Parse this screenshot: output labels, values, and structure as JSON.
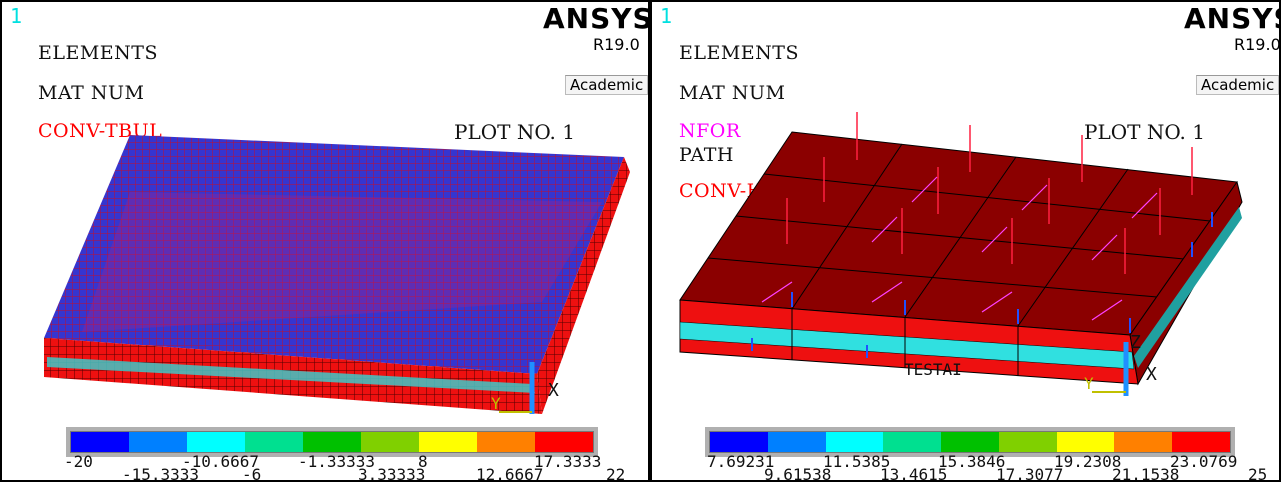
{
  "colors": {
    "contour": [
      "#0000ff",
      "#0080ff",
      "#00ffff",
      "#00e090",
      "#00c000",
      "#80d000",
      "#ffff00",
      "#ff8000",
      "#ff0000"
    ],
    "blue_mesh": "#3030c8",
    "red_mesh": "#e81010",
    "dark_red": "#8b0000",
    "cyan": "#00c0c0",
    "magenta": "#ff00ff",
    "label_red": "#ff0000"
  },
  "left": {
    "window_number": "1",
    "labels": [
      "ELEMENTS",
      "MAT  NUM"
    ],
    "colored_label": "CONV-TBUL",
    "brand": "ANSYS",
    "version": "R19.0",
    "edition": "Academic",
    "plot_label": "PLOT NO.   1",
    "triad_x": "X",
    "triad_y": "Y",
    "legend_top": [
      "-20",
      "-10.6667",
      "-1.33333",
      "8",
      "17.3333"
    ],
    "legend_bottom": [
      "-15.3333",
      "-6",
      "3.33333",
      "12.6667",
      "22"
    ]
  },
  "right": {
    "window_number": "1",
    "labels": [
      "ELEMENTS",
      "MAT  NUM"
    ],
    "magenta_label": "NFOR",
    "path_label": "PATH",
    "colored_label": "CONV-HCOE",
    "brand": "ANSYS",
    "version": "R19.0",
    "edition": "Academic",
    "plot_label": "PLOT NO.   1",
    "triad_x": "X",
    "triad_y": "Y",
    "triad_z": "Z",
    "path_name": "TESTAI",
    "legend_top": [
      "7.69231",
      "11.5385",
      "15.3846",
      "19.2308",
      "23.0769"
    ],
    "legend_bottom": [
      "9.61538",
      "13.4615",
      "17.3077",
      "21.1538",
      "25"
    ]
  }
}
